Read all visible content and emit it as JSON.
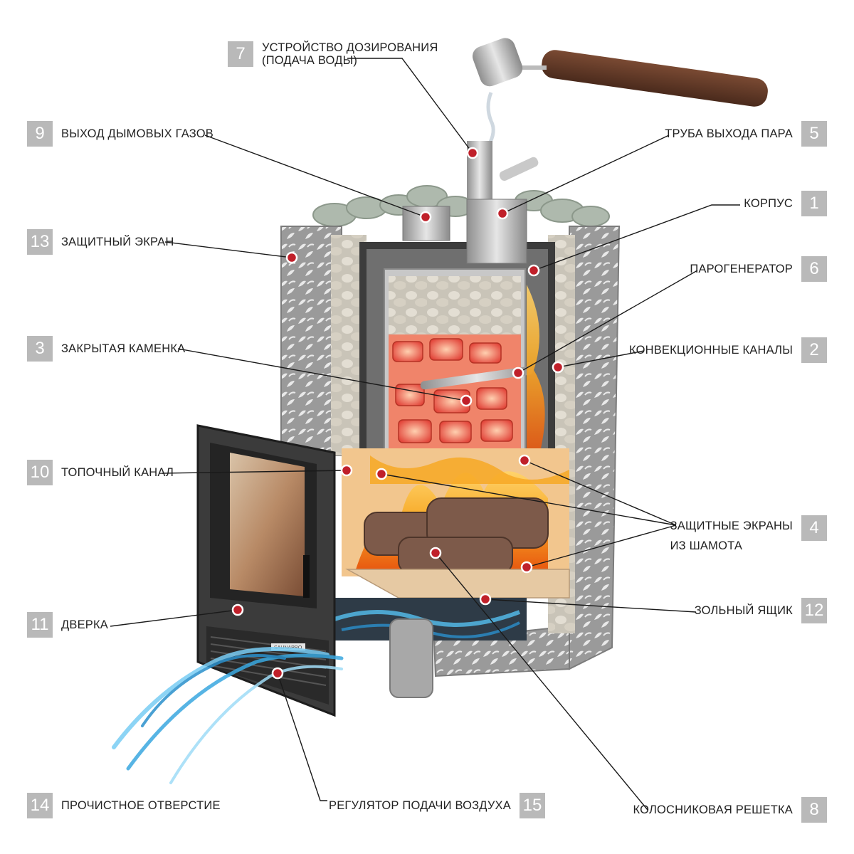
{
  "labels": [
    {
      "num": "7",
      "lines": [
        "УСТРОЙСТВО ДОЗИРОВАНИЯ",
        "(ПОДАЧА ВОДЫ)"
      ]
    },
    {
      "num": "9",
      "lines": [
        "ВЫХОД ДЫМОВЫХ ГАЗОВ"
      ]
    },
    {
      "num": "5",
      "lines": [
        "ТРУБА ВЫХОДА ПАРА"
      ]
    },
    {
      "num": "1",
      "lines": [
        "КОРПУС"
      ]
    },
    {
      "num": "13",
      "lines": [
        "ЗАЩИТНЫЙ ЭКРАН"
      ]
    },
    {
      "num": "6",
      "lines": [
        "ПАРОГЕНЕРАТОР"
      ]
    },
    {
      "num": "3",
      "lines": [
        "ЗАКРЫТАЯ КАМЕНКА"
      ]
    },
    {
      "num": "2",
      "lines": [
        "КОНВЕКЦИОННЫЕ КАНАЛЫ"
      ]
    },
    {
      "num": "10",
      "lines": [
        "ТОПОЧНЫЙ КАНАЛ"
      ]
    },
    {
      "num": "4",
      "lines": [
        "ЗАЩИТНЫЕ ЭКРАНЫ",
        "ИЗ ШАМОТА"
      ]
    },
    {
      "num": "11",
      "lines": [
        "ДВЕРКА"
      ]
    },
    {
      "num": "12",
      "lines": [
        "ЗОЛЬНЫЙ ЯЩИК"
      ]
    },
    {
      "num": "14",
      "lines": [
        "ПРОЧИСТНОЕ ОТВЕРСТИЕ"
      ]
    },
    {
      "num": "15",
      "lines": [
        "РЕГУЛЯТОР ПОДАЧИ ВОЗДУХА"
      ]
    },
    {
      "num": "8",
      "lines": [
        "КОЛОСНИКОВАЯ РЕШЕТКА"
      ]
    }
  ],
  "brand_plate": "SAUNAPRO",
  "colors": {
    "badge": "#b9b9b9",
    "callout_dot": "#c0202a",
    "flame": "#f39a1e",
    "air": "#3aa8e0",
    "body_steel": "#b5b5b5",
    "stones": "#a9b8a9"
  }
}
